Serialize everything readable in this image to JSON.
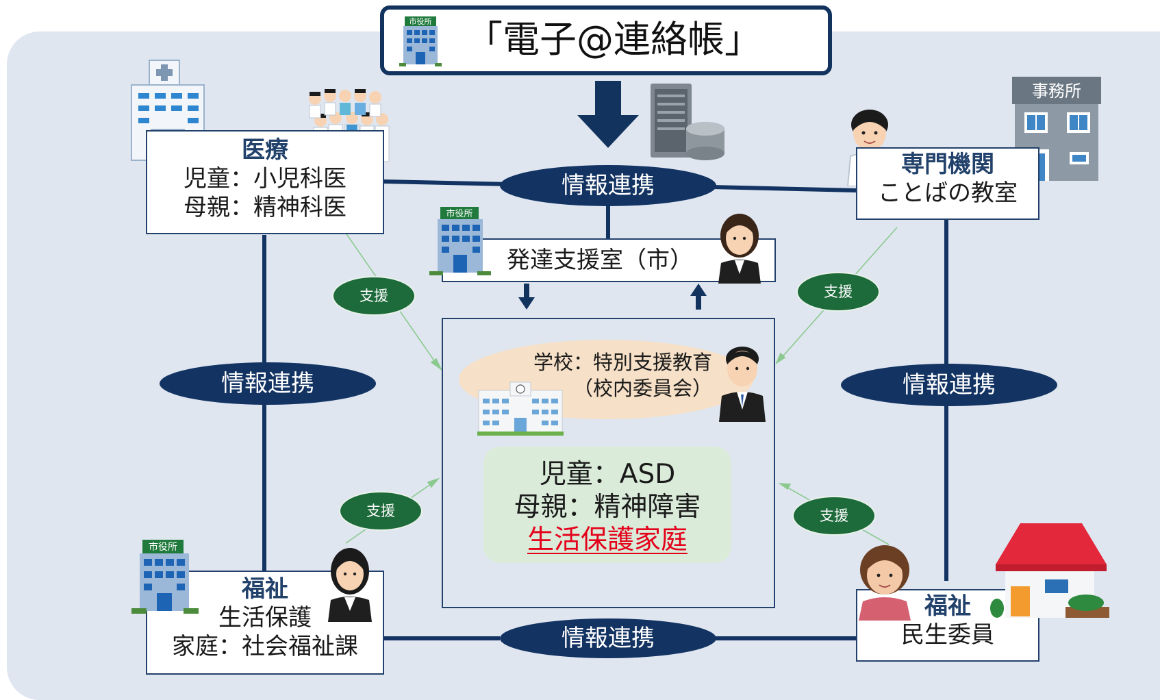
{
  "title": "「電子@連絡帳」",
  "city_hall_sign": "市役所",
  "office_sign": "事務所",
  "medical": {
    "head": "医療",
    "line1": "児童：小児科医",
    "line2": "母親：精神科医"
  },
  "specialist": {
    "head": "専門機関",
    "line1": "ことばの教室"
  },
  "welfare_left": {
    "head": "福祉",
    "line1": "生活保護",
    "line2": "家庭：社会福祉課"
  },
  "welfare_right": {
    "head": "福祉",
    "line1": "民生委員"
  },
  "dev_support": "発達支援室（市）",
  "school": {
    "line1": "学校：特別支援教育",
    "line2": "（校内委員会）"
  },
  "case": {
    "line1": "児童：ASD",
    "line2": "母親：精神障害",
    "line3": "生活保護家庭"
  },
  "link_label": "情報連携",
  "support_label": "支援",
  "colors": {
    "navy": "#133463",
    "green": "#1d6a3a",
    "red": "#e4001a",
    "panel": "#dfe6f0"
  }
}
